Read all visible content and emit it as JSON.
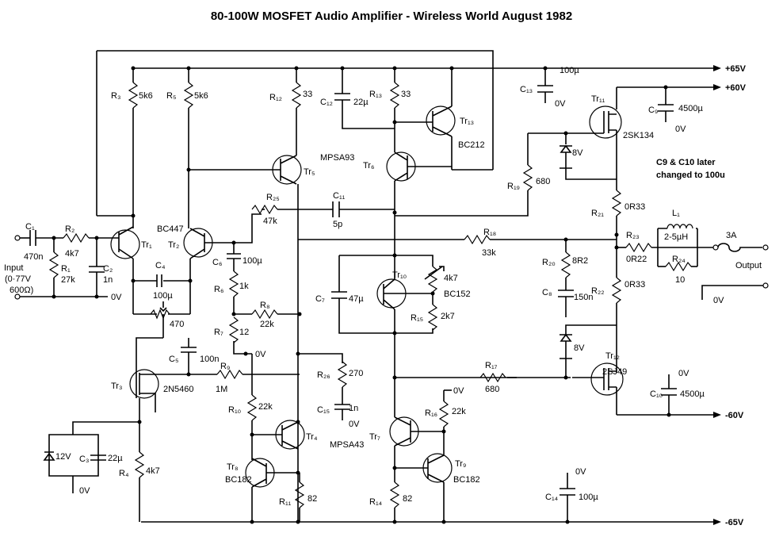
{
  "title": "80-100W MOSFET Audio Amplifier - Wireless World August 1982",
  "rails": {
    "p65": "+65V",
    "p60": "+60V",
    "m60": "-60V",
    "m65": "-65V"
  },
  "io": {
    "input": "Input",
    "input_level": "(0·77V",
    "input_imp": "600Ω)",
    "output": "Output",
    "fuse": "3A"
  },
  "note": {
    "line1": "C9 & C10 later",
    "line2": "changed to 100u"
  },
  "zero_v": "0V",
  "components": {
    "C1": "C₁",
    "C1v": "470n",
    "R2": "R₂",
    "R2v": "4k7",
    "R1": "R₁",
    "R1v": "27k",
    "C2": "C₂",
    "C2v": "1n",
    "Tr1": "Tr₁",
    "Tr1t": "BC447",
    "Tr2": "Tr₂",
    "R3": "R₃",
    "R3v": "5k6",
    "R5": "R₅",
    "R5v": "5k6",
    "C4": "C₄",
    "C4v": "100µ",
    "R470": "470",
    "C6": "C₆",
    "C6v": "100µ",
    "R6": "R₆",
    "R6v": "1k",
    "R8": "R₈",
    "R8v": "22k",
    "R7": "R₇",
    "R7v": "12",
    "C5": "C₅",
    "C5v": "100n",
    "R9": "R₉",
    "R9v": "1M",
    "Tr3": "Tr₃",
    "Tr3t": "2N5460",
    "Z12": "12V",
    "C3": "C₃",
    "C3v": "22µ",
    "R4": "R₄",
    "R4v": "4k7",
    "R12": "R₁₂",
    "R12v": "33",
    "Tr5": "Tr₅",
    "Tr5t": "MPSA93",
    "R25": "R₂₅",
    "R25v": "47k",
    "C11": "C₁₁",
    "C11v": "5p",
    "C12": "C₁₂",
    "C12v": "22µ",
    "R13": "R₁₃",
    "R13v": "33",
    "Tr13": "Tr₁₃",
    "Tr13t": "BC212",
    "Tr6": "Tr₆",
    "C13": "C₁₃",
    "C13v": "100µ",
    "Tr11": "Tr₁₁",
    "Tr11t": "2SK134",
    "C9": "C₉",
    "C9v": "4500µ",
    "Z8a": "8V",
    "R19": "R₁₉",
    "R19v": "680",
    "R21": "R₂₁",
    "R21v": "0R33",
    "L1": "L₁",
    "L1v": "2-5µH",
    "R23": "R₂₃",
    "R23v": "0R22",
    "R24": "R₂₄",
    "R24v": "10",
    "R18": "R₁₈",
    "R18v": "33k",
    "R20": "R₂₀",
    "R20v": "8R2",
    "C8": "C₈",
    "C8v": "150n",
    "R22": "R₂₂",
    "R22v": "0R33",
    "Tr10": "Tr₁₀",
    "Tr10t": "BC152",
    "VR": "4k7",
    "C7": "C₇",
    "C7v": "47µ",
    "R15": "R₁₅",
    "R15v": "2k7",
    "Z8b": "8V",
    "Tr12": "Tr₁₂",
    "Tr12t": "2SJ49",
    "R17": "R₁₇",
    "R17v": "680",
    "C10": "C₁₀",
    "C10v": "4500µ",
    "R26": "R₂₆",
    "R26v": "270",
    "C15": "C₁₅",
    "C15v": "1n",
    "R10": "R₁₀",
    "R10v": "22k",
    "Tr4": "Tr₄",
    "Tr4t": "MPSA43",
    "Tr8": "Tr₈",
    "Tr8t": "BC182",
    "R11": "R₁₁",
    "R11v": "82",
    "Tr7": "Tr₇",
    "R16": "R₁₆",
    "R16v": "22k",
    "Tr9": "Tr₉",
    "Tr9t": "BC182",
    "R14": "R₁₄",
    "R14v": "82",
    "C14": "C₁₄",
    "C14v": "100µ"
  }
}
